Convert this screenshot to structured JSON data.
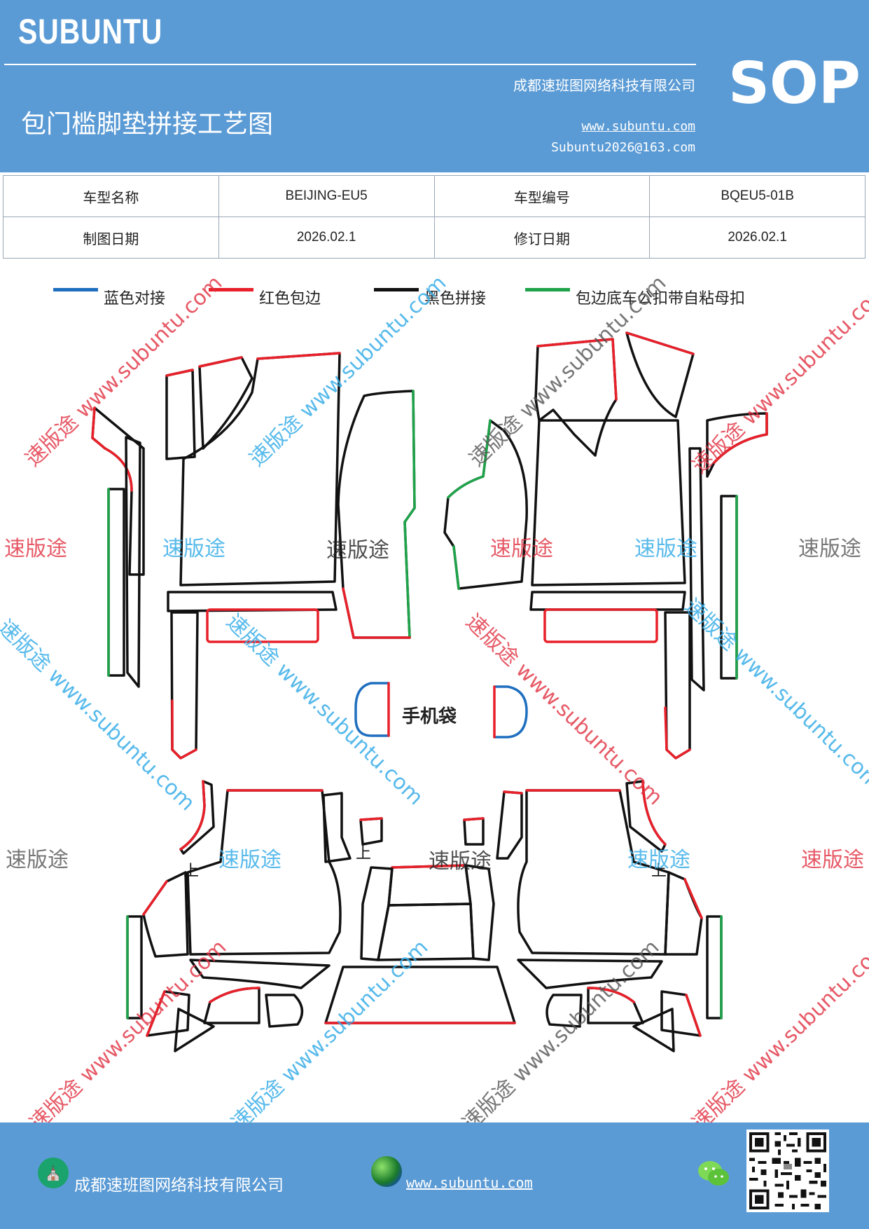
{
  "header": {
    "logo": "SUBUNTU",
    "title": "包门槛脚垫拼接工艺图",
    "company": "成都速班图网络科技有限公司",
    "website": "www.subuntu.com",
    "email": "Subuntu2026@163.com",
    "sop": "SOP"
  },
  "info_table": {
    "model_name_label": "车型名称",
    "model_name": "BEIJING-EU5",
    "model_code_label": "车型编号",
    "model_code": "BQEU5-01B",
    "draw_date_label": "制图日期",
    "draw_date": "2026.02.1",
    "revise_date_label": "修订日期",
    "revise_date": "2026.02.1"
  },
  "legend": [
    {
      "label": "蓝色对接",
      "color": "#1f6fbf"
    },
    {
      "label": "红色包边",
      "color": "#e8202a"
    },
    {
      "label": "黑色拼接",
      "color": "#111111"
    },
    {
      "label": "包边底车公扣带自粘母扣",
      "color": "#1fa34a"
    }
  ],
  "diagram": {
    "phone_bag_label": "手机袋",
    "top_mark": "上",
    "watermark_cn": "速版途",
    "watermark_url": "www.subuntu.com",
    "watermark_combo": "速版途 www.subuntu.com"
  },
  "footer": {
    "company": "成都速班图网络科技有限公司",
    "website": "www.subuntu.com",
    "icons": [
      "company-icon",
      "globe-icon",
      "wechat-icon",
      "qr-code"
    ]
  }
}
